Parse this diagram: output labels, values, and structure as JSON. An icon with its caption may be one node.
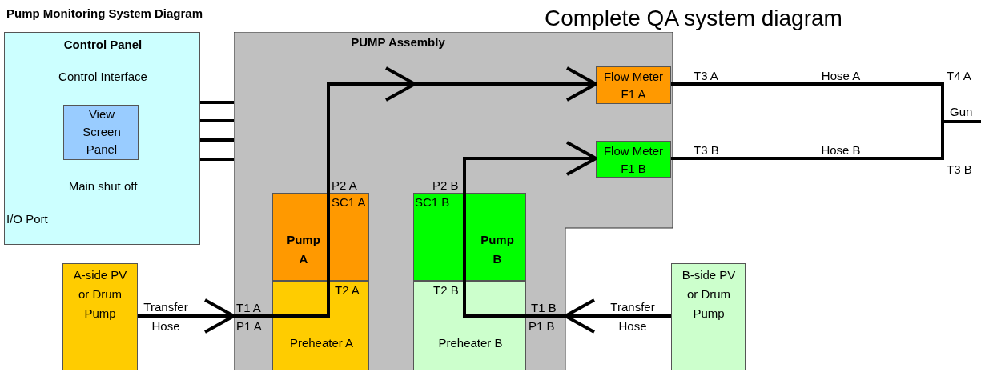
{
  "diagram": {
    "title": "Pump Monitoring System Diagram",
    "nodes": [
      {
        "text": [
          "Control Panel",
          "Control Interface",
          "Main shut off",
          "I/O Port"
        ]
      },
      {
        "text": [
          "View Screen Panel"
        ],
        "in": 0
      },
      {
        "text": [
          "PUMP Assembly"
        ]
      },
      {
        "text": [
          "Pump A"
        ],
        "in": 2
      },
      {
        "text": [
          "Preheater A"
        ],
        "in": 2
      },
      {
        "text": [
          "Pump B"
        ],
        "in": 2
      },
      {
        "text": [
          "Preheater B"
        ],
        "in": 2
      },
      {
        "text": [
          "Flow Meter F1 A"
        ],
        "in": 2
      },
      {
        "text": [
          "Flow Meter F1 B"
        ],
        "in": 2
      },
      {
        "text": [
          "A-side PV or Drum Pump"
        ]
      },
      {
        "text": [
          "B-side PV or Drum Pump"
        ]
      }
    ],
    "edges": [
      {
        "from": 0,
        "to": 2,
        "arrow": "none"
      },
      {
        "from": 0,
        "to": 2,
        "arrow": "none"
      },
      {
        "from": 0,
        "to": 2,
        "arrow": "none"
      },
      {
        "from": 0,
        "to": 2,
        "arrow": "none"
      },
      {
        "from": 9,
        "to": 4,
        "arrow": "to",
        "label": "Transfer Hose"
      },
      {
        "from": 4,
        "to": 3,
        "arrow": "none"
      },
      {
        "from": 3,
        "to": 7,
        "arrow": "to"
      },
      {
        "from": 10,
        "to": 6,
        "arrow": "to",
        "label": "Transfer Hose"
      },
      {
        "from": 6,
        "to": 5,
        "arrow": "none"
      },
      {
        "from": 5,
        "to": 8,
        "arrow": "to"
      },
      {
        "from": 7,
        "to": null,
        "arrow": "none",
        "label": "Hose A"
      },
      {
        "from": 8,
        "to": null,
        "arrow": "none",
        "label": "Hose B"
      }
    ],
    "labels": [
      "Complete QA system diagram",
      "T3 A",
      "T4 A",
      "Gun",
      "T3 B",
      "T3 B",
      "P2 A",
      "P2 B",
      "SC1 A",
      "SC1 B",
      "T2 A",
      "T2 B",
      "T1 A",
      "T1 B",
      "P1 A",
      "P1 B"
    ]
  }
}
